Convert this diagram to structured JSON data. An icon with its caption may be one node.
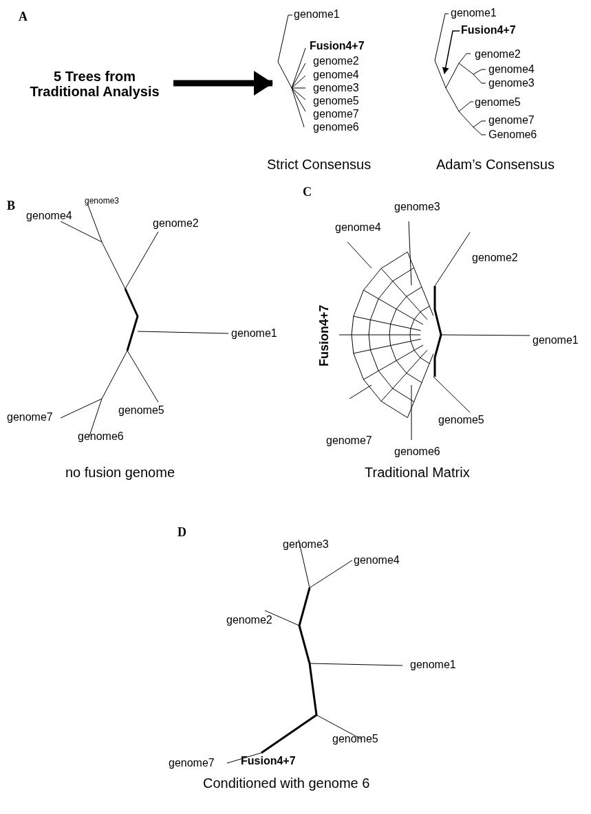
{
  "diagram": {
    "nodes": [
      {
        "text": [
          "5 Trees from Traditional Analysis"
        ]
      },
      {
        "text": [],
        "shape": "picture"
      },
      {
        "text": [
          "Fusion4+7"
        ]
      }
    ],
    "edges": [
      {
        "from": 0,
        "to": 1,
        "arrow": "to",
        "style": "thick"
      },
      {
        "from": 2,
        "to": null,
        "arrow": "to"
      }
    ],
    "labels": [
      "A",
      "genome1",
      "Fusion4+7",
      "genome2",
      "genome4",
      "genome3",
      "genome5",
      "genome7",
      "genome6",
      "genome1",
      "genome2",
      "genome4",
      "genome3",
      "genome5",
      "genome7",
      "Genome6",
      "Strict Consensus",
      "Adam’s Consensus",
      "B",
      "genome3",
      "genome4",
      "genome2",
      "genome1",
      "genome5",
      "genome7",
      "genome6",
      "no fusion genome",
      "C",
      "genome3",
      "genome4",
      "genome2",
      "genome1",
      "Fusion4+7",
      "genome5",
      "genome7",
      "genome6",
      "Traditional Matrix",
      "D",
      "genome3",
      "genome4",
      "genome2",
      "genome1",
      "genome5",
      "genome7",
      "Fusion4+7",
      "Conditioned with genome 6"
    ]
  }
}
